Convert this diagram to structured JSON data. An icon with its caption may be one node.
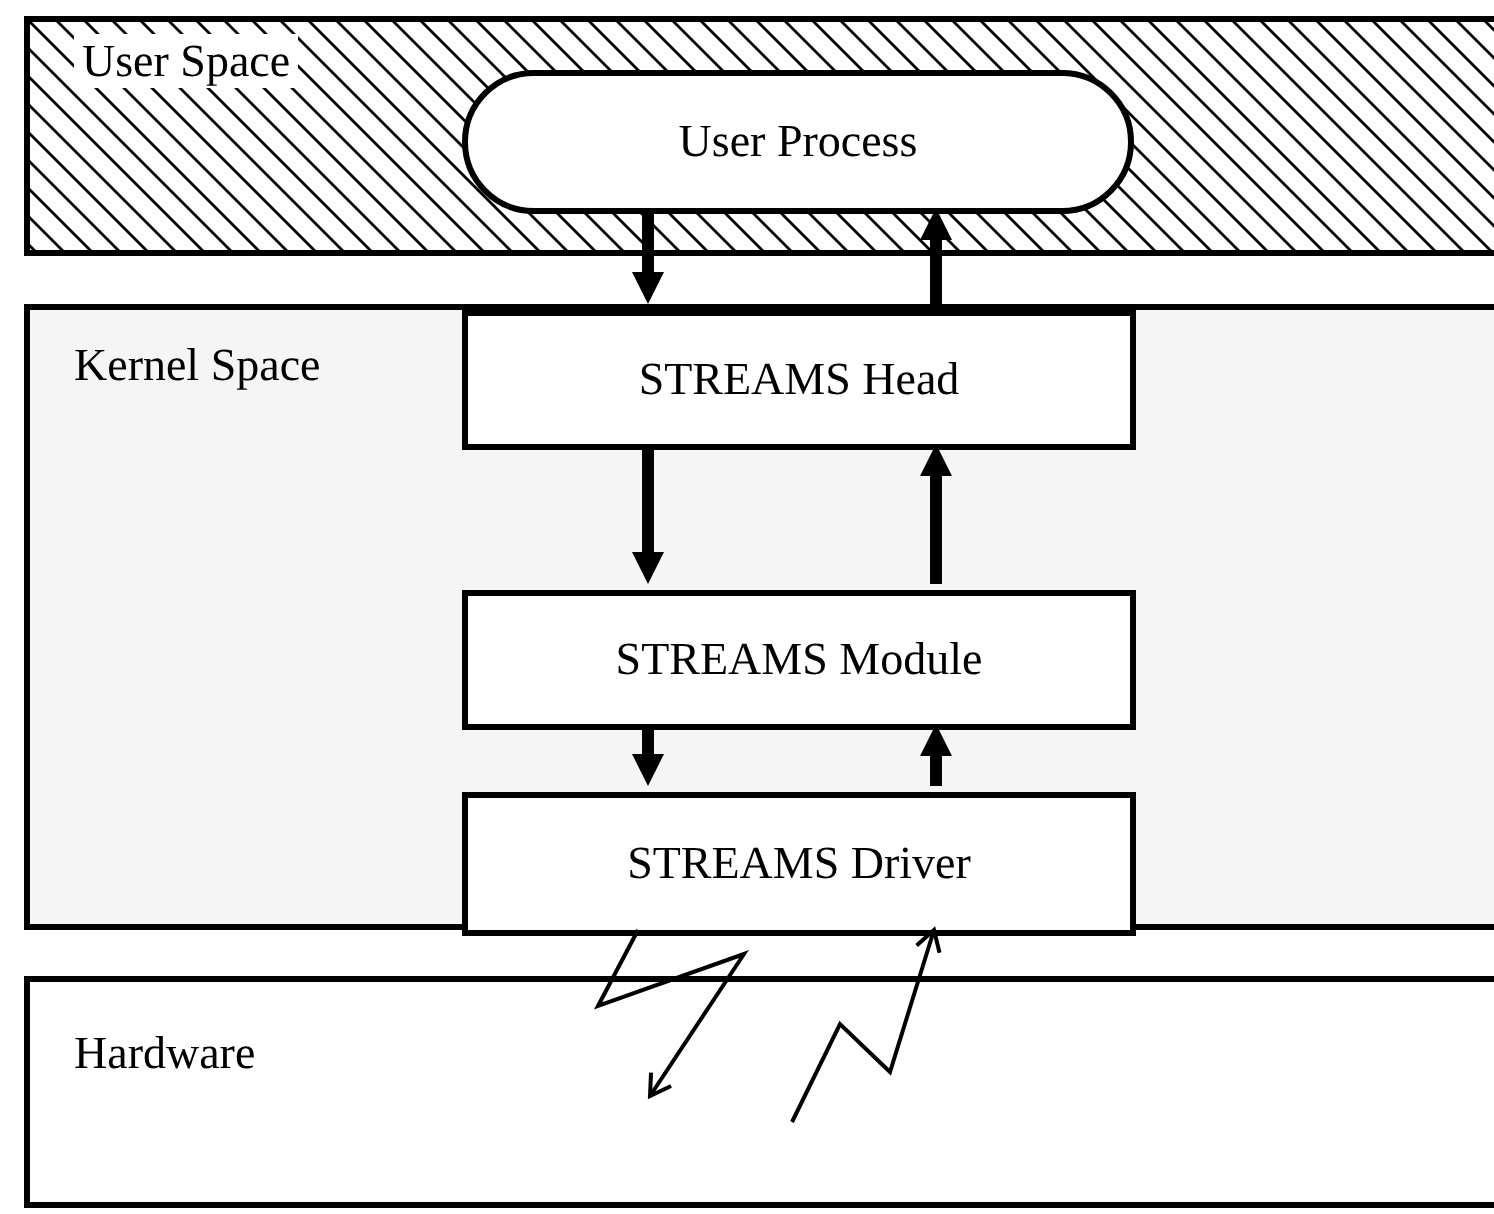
{
  "diagram": {
    "nodes": [
      {
        "text": [
          "User Space"
        ]
      },
      {
        "text": [
          "User Process"
        ],
        "in": 0
      },
      {
        "text": [
          "Kernel Space"
        ]
      },
      {
        "text": [
          "STREAMS Head"
        ],
        "in": 2
      },
      {
        "text": [
          "STREAMS Module"
        ],
        "in": 2
      },
      {
        "text": [
          "STREAMS Driver"
        ],
        "in": 2
      },
      {
        "text": [
          "Hardware"
        ]
      }
    ],
    "edges": [
      {
        "from": 1,
        "to": 3,
        "arrow": "to"
      },
      {
        "from": 3,
        "to": 1,
        "arrow": "to"
      },
      {
        "from": 3,
        "to": 4,
        "arrow": "to"
      },
      {
        "from": 4,
        "to": 3,
        "arrow": "to"
      },
      {
        "from": 4,
        "to": 5,
        "arrow": "to"
      },
      {
        "from": 5,
        "to": 4,
        "arrow": "to"
      },
      {
        "from": 5,
        "to": 6,
        "arrow": "to"
      },
      {
        "from": 6,
        "to": 5,
        "arrow": "to"
      }
    ]
  }
}
